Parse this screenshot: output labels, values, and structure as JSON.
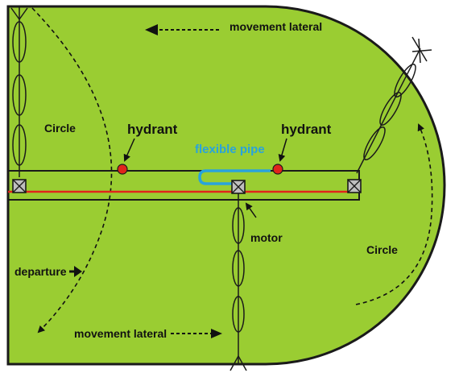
{
  "labels": {
    "movement_lateral_top": "movement lateral",
    "movement_lateral_bottom": "movement lateral",
    "circle_left": "Circle",
    "circle_right": "Circle",
    "hydrant_left": "hydrant",
    "hydrant_right": "hydrant",
    "flexible_pipe": "flexible pipe",
    "motor": "motor",
    "departure": "departure"
  },
  "colors": {
    "field": "#9ACD32",
    "outline": "#1a1a1a",
    "pipe": "#e0241b",
    "hydrant": "#e0241b",
    "flexible_pipe": "#29a3dc",
    "tower_fill": "#bfbfbf"
  }
}
